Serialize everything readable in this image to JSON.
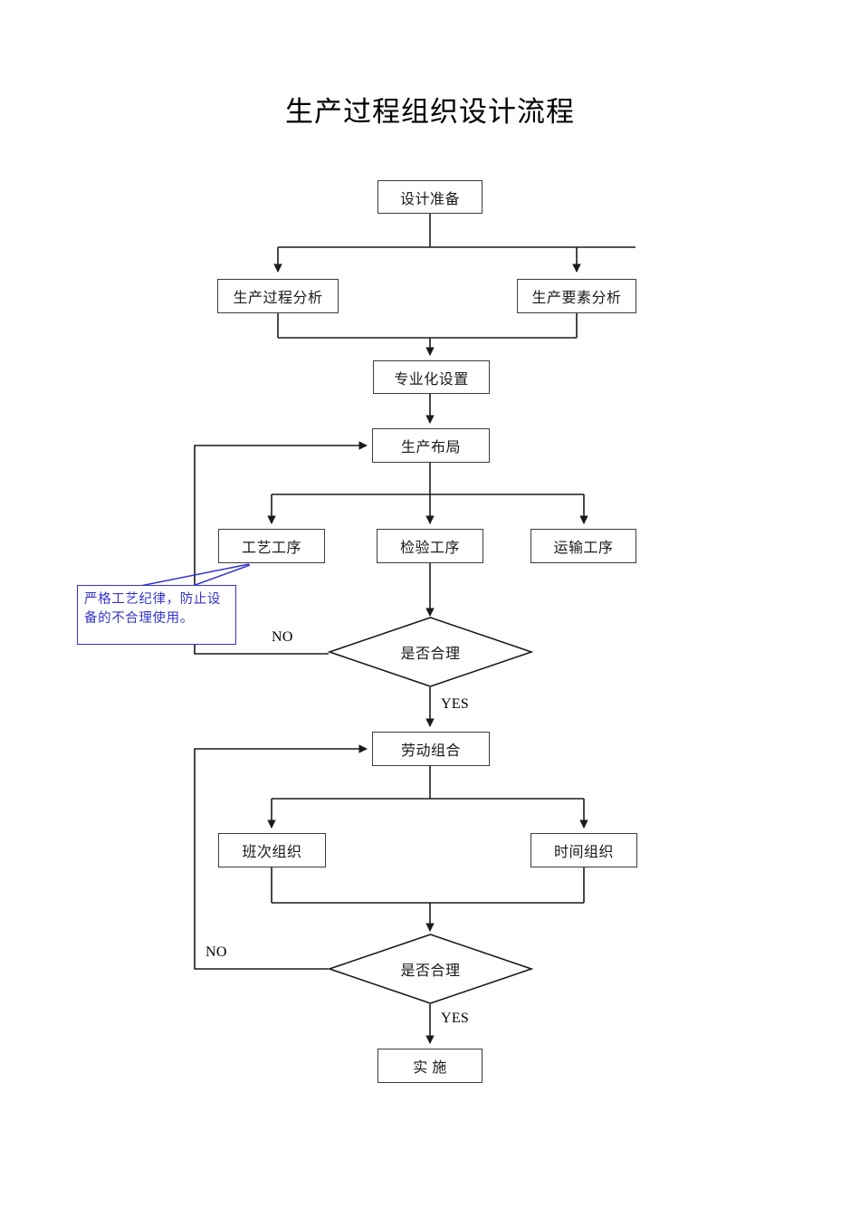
{
  "page": {
    "title": "生产过程组织设计流程"
  },
  "diagram": {
    "type": "flowchart",
    "nodes": [
      {
        "id": "design_prep",
        "label": "设计准备",
        "shape": "process"
      },
      {
        "id": "process_analysis",
        "label": "生产过程分析",
        "shape": "process"
      },
      {
        "id": "factor_analysis",
        "label": "生产要素分析",
        "shape": "process"
      },
      {
        "id": "specialization",
        "label": "专业化设置",
        "shape": "process"
      },
      {
        "id": "production_layout",
        "label": "生产布局",
        "shape": "process"
      },
      {
        "id": "craft_process",
        "label": "工艺工序",
        "shape": "process"
      },
      {
        "id": "inspect_process",
        "label": "检验工序",
        "shape": "process"
      },
      {
        "id": "transport_process",
        "label": "运输工序",
        "shape": "process"
      },
      {
        "id": "decision_one",
        "label": "是否合理",
        "shape": "decision"
      },
      {
        "id": "labor_combination",
        "label": "劳动组合",
        "shape": "process"
      },
      {
        "id": "shift_org",
        "label": "班次组织",
        "shape": "process"
      },
      {
        "id": "time_org",
        "label": "时间组织",
        "shape": "process"
      },
      {
        "id": "decision_two",
        "label": "是否合理",
        "shape": "decision"
      },
      {
        "id": "implement",
        "label": "实  施",
        "shape": "process"
      }
    ],
    "edge_labels": {
      "no_upper": "NO",
      "yes_upper": "YES",
      "no_lower": "NO",
      "yes_lower": "YES"
    },
    "callout": {
      "text": "严格工艺纪律，防止设备的不合理使用。",
      "color": "#3333cc",
      "attached_to": "工艺工序"
    },
    "colors": {
      "node_border": "#3c3c3c",
      "connector": "#1a1a1a",
      "callout_border": "#3333cc",
      "text": "#1a1a1a",
      "background": "#ffffff"
    }
  }
}
